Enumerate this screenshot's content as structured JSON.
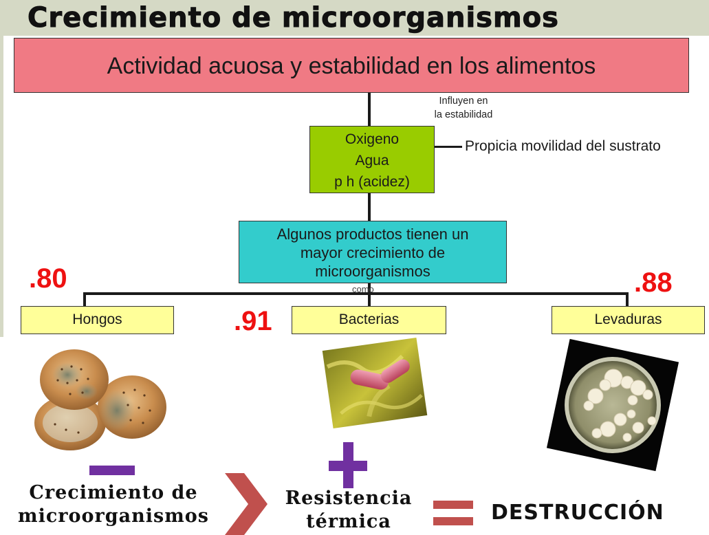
{
  "title": "Crecimiento de microorganismos",
  "diagram": {
    "main_box": "Actividad acuosa y estabilidad en los alimentos",
    "influence_note": [
      "Influyen en",
      "la estabilidad"
    ],
    "factors": [
      "Oxigeno",
      "Agua",
      "p h (acidez)"
    ],
    "side_note": "Propicia movilidad del sustrato",
    "products_box": [
      "Algunos productos tienen un",
      "mayor crecimiento de",
      "microorganismos"
    ],
    "connector_word": "como",
    "leaves": [
      {
        "label": "Hongos",
        "aw": ".80"
      },
      {
        "label": "Bacterias",
        "aw": ".91"
      },
      {
        "label": "Levaduras",
        "aw": ".88"
      }
    ]
  },
  "equation": {
    "term1": [
      "Crecimiento de",
      "microorganismos"
    ],
    "term2": [
      "Resistencia",
      "térmica"
    ],
    "result": "DESTRUCCIÓN"
  },
  "colors": {
    "header_band": "#d5d9c5",
    "main_box": "#f07a84",
    "factors_box": "#99cc00",
    "products_box": "#33cccc",
    "leaf_box": "#ffff99",
    "aw_values": "#ee1111",
    "operators": "#7030a0",
    "chevron_and_equals": "#c0504d"
  }
}
